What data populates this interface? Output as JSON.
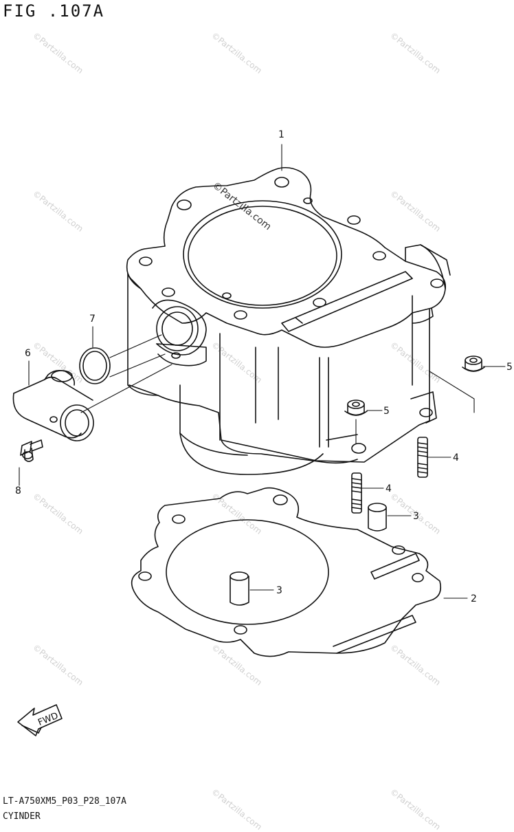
{
  "figure_label": "FIG .107A",
  "model_code": "LT-A750XM5_P03_P28_107A",
  "section_name": "CYINDER",
  "watermark": "©Partzilla.com",
  "fwd_label": "FWD",
  "callouts": [
    "1",
    "2",
    "3",
    "3",
    "4",
    "4",
    "5",
    "5",
    "6",
    "7",
    "8"
  ]
}
